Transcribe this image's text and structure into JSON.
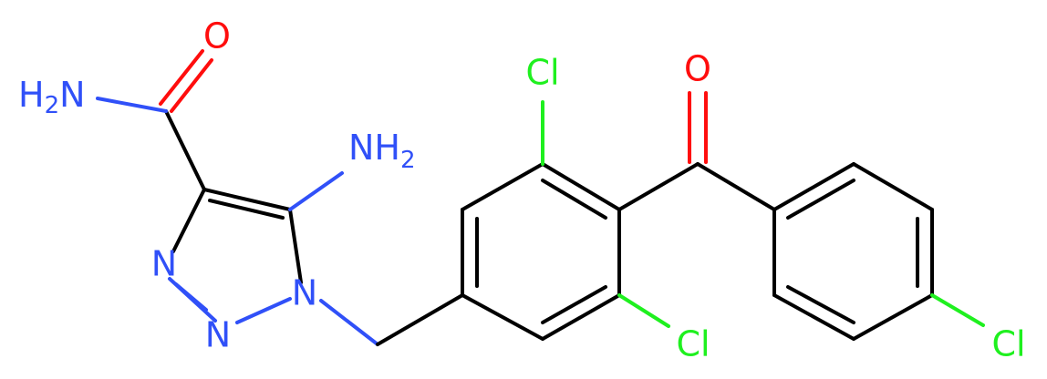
{
  "molecule": {
    "atoms": {
      "o_amide": {
        "label": "O",
        "color": "#ff0d0d"
      },
      "nh2_amide": {
        "label": "H",
        "sub": "2",
        "n": "N",
        "color": "#3050f8"
      },
      "nh2_ring": {
        "label": "NH",
        "sub": "2",
        "color": "#3050f8"
      },
      "n_left": {
        "label": "N",
        "color": "#3050f8"
      },
      "n_bottom": {
        "label": "N",
        "color": "#3050f8"
      },
      "n_substituted": {
        "label": "N",
        "color": "#3050f8"
      },
      "cl_top": {
        "label": "Cl",
        "color": "#1ff01f"
      },
      "cl_bottom": {
        "label": "Cl",
        "color": "#1ff01f"
      },
      "o_ketone": {
        "label": "O",
        "color": "#ff0d0d"
      },
      "cl_para": {
        "label": "Cl",
        "color": "#1ff01f"
      }
    }
  }
}
